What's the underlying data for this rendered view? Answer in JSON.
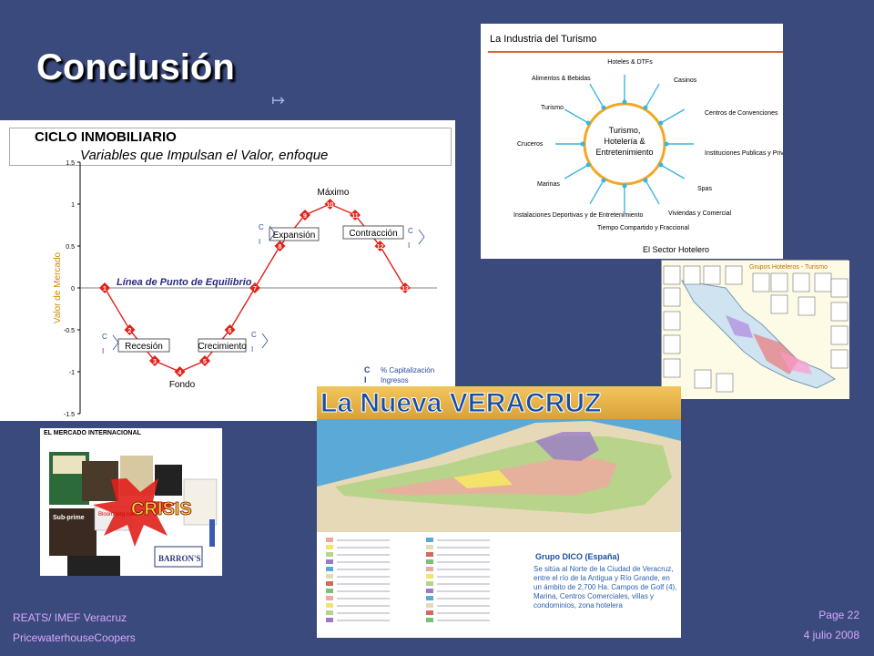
{
  "title": "Conclusión",
  "footer": {
    "left1": "REATS/ IMEF Veracruz",
    "left2": "PricewaterhouseCoopers",
    "page": "Page 22",
    "date": "4 julio 2008"
  },
  "ciclo": {
    "title": "CICLO INMOBILIARIO",
    "subtitle": "Variables que Impulsan el Valor, enfoque",
    "ylabel": "Valor de Mercado",
    "yticks": [
      "1.5",
      "1",
      "0.5",
      "0",
      "-0.5",
      "-1",
      "-1.5"
    ],
    "equilibrio": "Línea de Punto de Equilibrio",
    "maximo": "Máximo",
    "fondo": "Fondo",
    "expansion": "Expansión",
    "contraccion": "Contracción",
    "recesion": "Recesión",
    "crecimiento": "Crecimiento",
    "legend_c": "C",
    "legend_c_text": "% Capitalización",
    "legend_i": "I",
    "legend_i_text": "Ingresos",
    "c_label": "C",
    "i_label": "I",
    "points": [
      {
        "n": "1",
        "x": 0,
        "y": 0
      },
      {
        "n": "2",
        "x": 1,
        "y": -0.5
      },
      {
        "n": "3",
        "x": 2,
        "y": -0.87
      },
      {
        "n": "4",
        "x": 3,
        "y": -1
      },
      {
        "n": "5",
        "x": 4,
        "y": -0.87
      },
      {
        "n": "6",
        "x": 5,
        "y": -0.5
      },
      {
        "n": "7",
        "x": 6,
        "y": 0
      },
      {
        "n": "8",
        "x": 7,
        "y": 0.5
      },
      {
        "n": "9",
        "x": 8,
        "y": 0.87
      },
      {
        "n": "10",
        "x": 9,
        "y": 1
      },
      {
        "n": "11",
        "x": 10,
        "y": 0.87
      },
      {
        "n": "12",
        "x": 11,
        "y": 0.5
      },
      {
        "n": "13",
        "x": 12,
        "y": 0
      }
    ]
  },
  "turismo": {
    "title": "La Industria del Turismo",
    "center1": "Turismo,",
    "center2": "Hotelería &",
    "center3": "Entretenimiento",
    "footer": "El Sector Hotelero",
    "items": [
      "Hoteles & DTFs",
      "Casinos",
      "Centros de Convenciones",
      "Instituciones Publicas y Privadas",
      "Spas",
      "Viviendas y Comercial",
      "Tiempo Compartido y Fraccional",
      "Instalaciones Deportivas y de Entretenimiento",
      "Marinas",
      "Cruceros",
      "Turismo",
      "Alimentos & Bebidas"
    ]
  },
  "hotel": {
    "title": "Grupos Hoteleros - Turismo"
  },
  "veracruz": {
    "title": "La Nueva VERACRUZ",
    "grupo": "Grupo DICO (España)",
    "desc": "Se sitúa al Norte de la Ciudad de Veracruz, entre el río de la Antigua y Río Grande, en un ámbito de 2,700 Ha. Campos de Golf (4), Marina, Centros Comerciales, villas y condominios, zona hotelera"
  },
  "mercado": {
    "title": "EL MERCADO INTERNACIONAL",
    "crisis": "CRISIS",
    "barrons": "BARRON'S",
    "bloomberg": "Bloomberg.com",
    "note": "Sub-prime"
  },
  "colors": {
    "background": "#3a4a7c",
    "curve_point": "#e2231a",
    "curve_line": "#e0201a",
    "axis": "#000000",
    "tur_ring": "#f5a623",
    "tur_spokes": "#38b6e0"
  }
}
